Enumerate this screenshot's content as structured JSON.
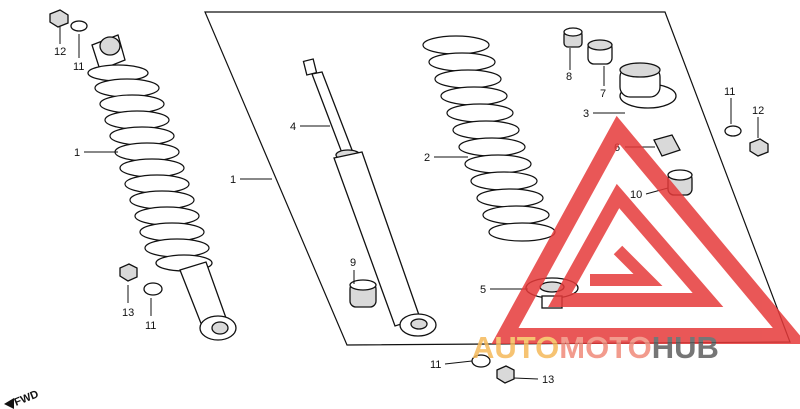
{
  "diagram": {
    "callouts": {
      "c1_left": "1",
      "c1_frame": "1",
      "c2": "2",
      "c3": "3",
      "c4": "4",
      "c5": "5",
      "c6": "6",
      "c7": "7",
      "c8": "8",
      "c9": "9",
      "c10": "10",
      "c11_topleft": "11",
      "c11_lowleft": "11",
      "c11_right": "11",
      "c11_bottom": "11",
      "c12_left": "12",
      "c12_right": "12",
      "c13_left": "13",
      "c13_bottom": "13"
    },
    "direction_label": "FWD"
  },
  "watermark": {
    "part1": "AUTO",
    "part2": "MOTO",
    "part3": "HUB",
    "colors": {
      "auto": "#f5b95a",
      "moto": "#f08a7a",
      "hub": "#5f5f5f",
      "triangle": "#e63a3a"
    }
  }
}
